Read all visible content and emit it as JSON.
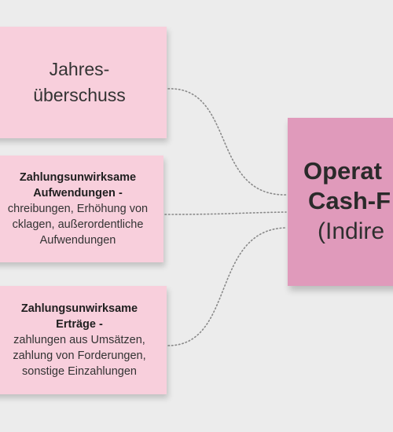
{
  "notes": [
    {
      "lines": [
        {
          "text": "Jahres-"
        },
        {
          "text": "überschuss"
        }
      ]
    },
    {
      "bold_lines": [
        "Zahlungsunwirksame",
        "Aufwendungen -"
      ],
      "lines": [
        {
          "text": "chreibungen, Erhöhung von"
        },
        {
          "text": "cklagen, außerordentliche"
        },
        {
          "text": "Aufwendungen"
        }
      ]
    },
    {
      "bold_lines": [
        "Zahlungsunwirksame",
        "Erträge -"
      ],
      "lines": [
        {
          "text": "zahlungen aus Umsätzen,"
        },
        {
          "text": "zahlung von Forderungen,"
        },
        {
          "text": "sonstige Einzahlungen"
        }
      ]
    }
  ],
  "target": {
    "title_line1": "Operat",
    "title_line2": "Cash-F",
    "subtitle": "(Indire"
  },
  "colors": {
    "background": "#ececec",
    "note": "#f8cfdc",
    "target_note": "#e09abb",
    "connector": "#8a8a8a"
  }
}
